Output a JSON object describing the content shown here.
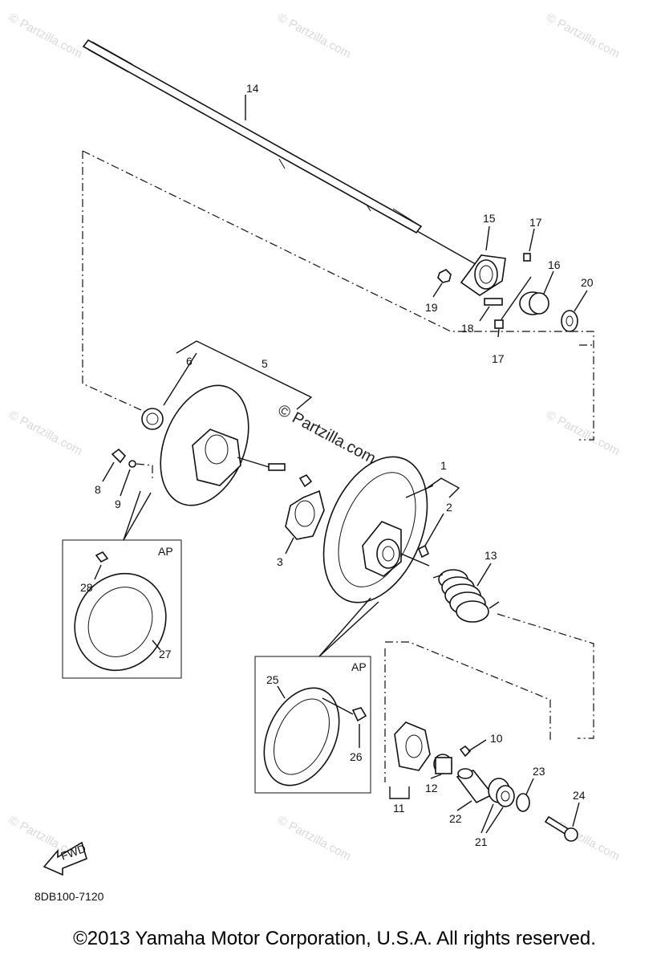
{
  "watermark": "© Partzilla.com",
  "callouts": {
    "c1": "1",
    "c2": "2",
    "c3": "3",
    "c5": "5",
    "c6": "6",
    "c8": "8",
    "c9": "9",
    "c10": "10",
    "c11": "11",
    "c12": "12",
    "c13": "13",
    "c14": "14",
    "c15": "15",
    "c16": "16",
    "c17a": "17",
    "c17b": "17",
    "c18": "18",
    "c19": "19",
    "c20": "20",
    "c21": "21",
    "c22": "22",
    "c23": "23",
    "c24": "24",
    "c25": "25",
    "c26": "26",
    "c27": "27",
    "c28": "28"
  },
  "ap_boxes": {
    "left_tag": "AP",
    "right_tag": "AP"
  },
  "fwd_label": "FWD",
  "diagram_code": "8DB100-7120",
  "copyright": "©2013  Yamaha Motor Corporation, U.S.A. All rights reserved."
}
